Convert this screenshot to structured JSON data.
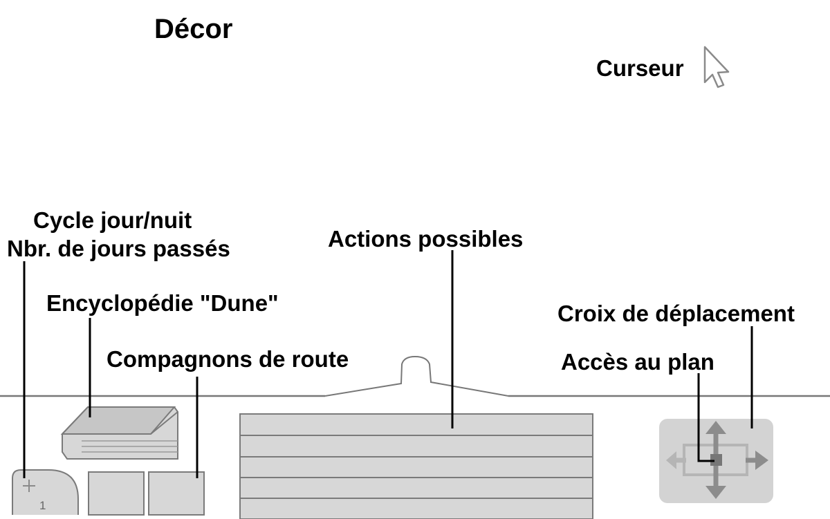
{
  "labels": {
    "decor": "Décor",
    "cursor": "Curseur",
    "cycle_line1": "Cycle jour/nuit",
    "cycle_line2": "Nbr. de jours passés",
    "encyclopedia": "Encyclopédie \"Dune\"",
    "companions": "Compagnons de route",
    "actions": "Actions possibles",
    "move_cross": "Croix de déplacement",
    "map_access": "Accès au plan"
  },
  "day_counter": "1",
  "icons": {
    "cursor": "arrow-cursor-icon",
    "book": "book-icon",
    "cross": "move-cross-icon",
    "day_cycle": "day-night-icon"
  },
  "colors": {
    "panel_fill": "#d4d4d4",
    "panel_stroke": "#7a7a7a",
    "cross_bg": "#d3d3d3",
    "cross_arrow": "#8c8c8c",
    "cross_arrow_light": "#b5b5b5",
    "leader": "#000000"
  }
}
